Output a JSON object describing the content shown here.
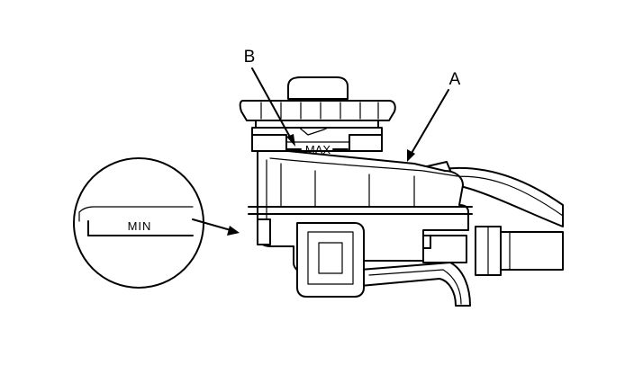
{
  "labels": {
    "callout_a": "A",
    "callout_b": "B",
    "max_mark": "MAX",
    "min_mark": "MIN"
  },
  "colors": {
    "line": "#000000",
    "background": "#ffffff"
  }
}
